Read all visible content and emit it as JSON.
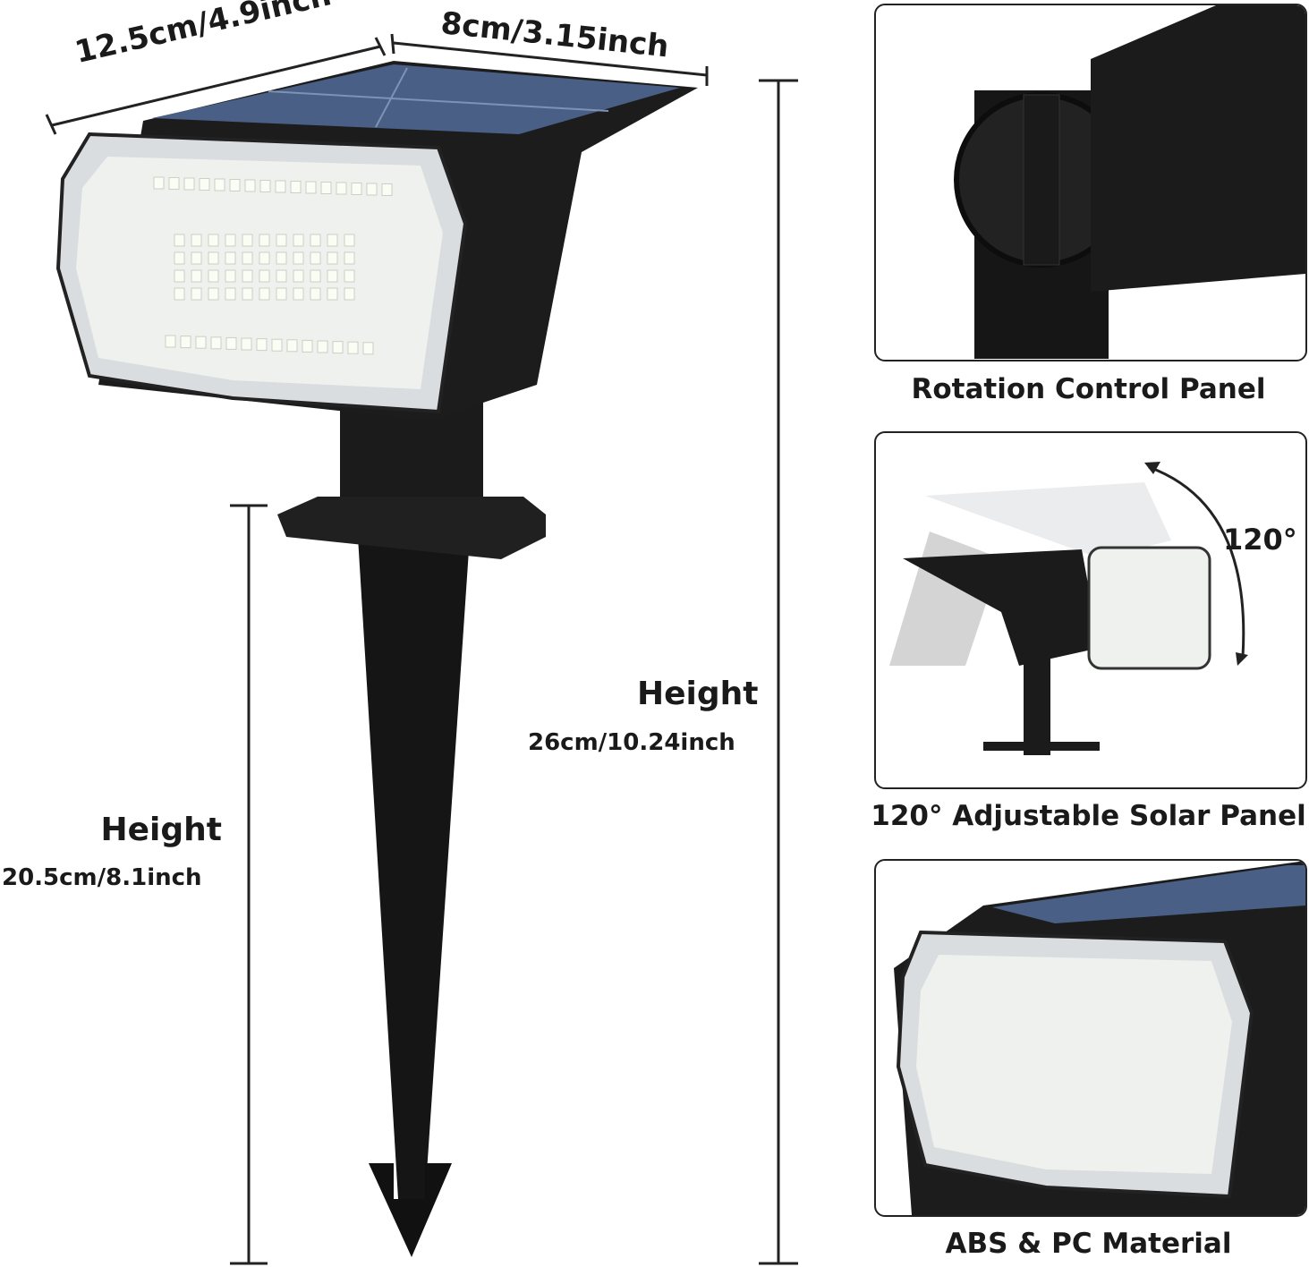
{
  "dimensions": {
    "width_label": "12.5cm/4.9inch",
    "depth_label": "8cm/3.15inch",
    "total_height_title": "Height",
    "total_height_value": "26cm/10.24inch",
    "stake_height_title": "Height",
    "stake_height_value": "20.5cm/8.1inch"
  },
  "panels": [
    {
      "caption": "Rotation Control Panel"
    },
    {
      "caption": "120° Adjustable Solar Panel",
      "angle_label": "120°"
    },
    {
      "caption": "ABS & PC Material"
    }
  ],
  "colors": {
    "lamp_body": "#1c1c1c",
    "solar_panel": "#4a5f86",
    "led": "#f4f8ec"
  }
}
